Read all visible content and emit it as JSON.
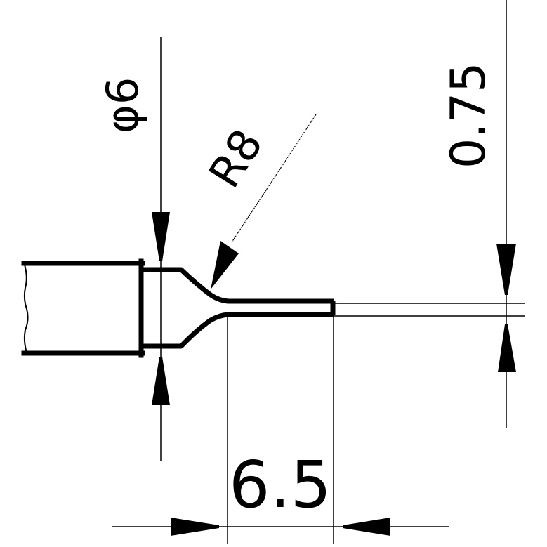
{
  "drawing": {
    "type": "mechanical-detail",
    "description": "Stepped pin/wire end with fillet transition",
    "line_color": "#000000",
    "background": "#ffffff"
  },
  "dimensions": {
    "diameter": {
      "label": "φ6",
      "symbol": "diameter",
      "value": 6
    },
    "radius": {
      "label": "R8",
      "symbol": "radius",
      "value": 8
    },
    "thickness": {
      "label": "0.75",
      "value": 0.75
    },
    "length": {
      "label": "6.5",
      "value": 6.5
    }
  }
}
